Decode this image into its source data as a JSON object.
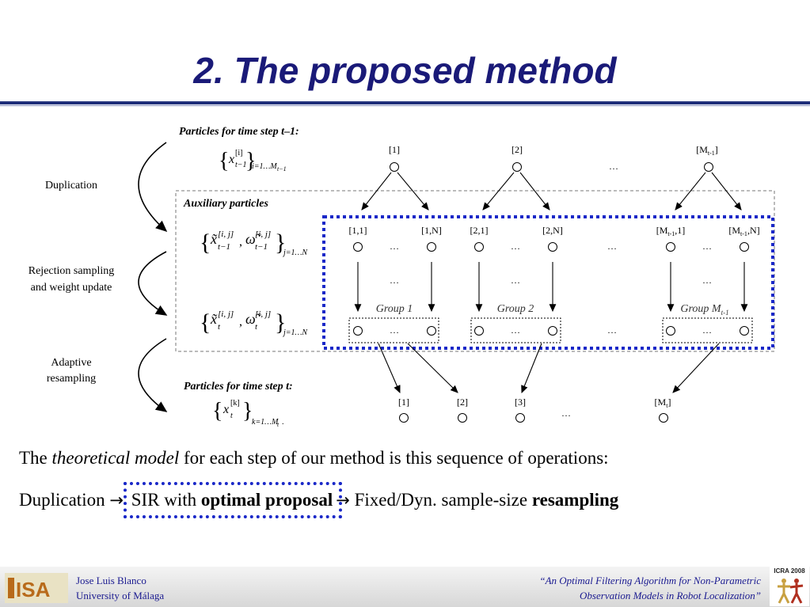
{
  "slide": {
    "title": "2. The proposed method"
  },
  "diagram": {
    "left_labels": {
      "duplication": "Duplication",
      "rejection_line1": "Rejection sampling",
      "rejection_line2": "and weight update",
      "adaptive_line1": "Adaptive",
      "adaptive_line2": "resampling"
    },
    "prev_step_title": "Particles for time step t–1:",
    "aux_title": "Auxiliary particles",
    "curr_step_title": "Particles for time step t:",
    "prev_nodes": [
      "[1]",
      "[2]",
      "[M",
      "t-1",
      "]"
    ],
    "aux_nodes": [
      "[1,1]",
      "[1,N]",
      "[2,1]",
      "[2,N]"
    ],
    "aux_last_nodes": [
      "[M",
      "t-1",
      ",1]",
      "[M",
      "t-1",
      ",N]"
    ],
    "groups": [
      "Group 1",
      "Group 2",
      "Group M",
      "t-1"
    ],
    "curr_nodes": [
      "[1]",
      "[2]",
      "[3]",
      "[M",
      "t",
      "]"
    ],
    "ellipsis": "…",
    "formulas": {
      "f1_var": "x",
      "f1_sup": "[i]",
      "f1_sub": "t−1",
      "f1_index": "i=1…M",
      "f1_index_sub": "t−1",
      "f2_a_var": "x̃",
      "f2_a_sup": "[i, j]",
      "f2_a_sub": "t−1",
      "f2_b_var": "ω̃",
      "f2_b_sup": "[i, j]",
      "f2_b_sub": "t−1",
      "f2_index": "j=1…N",
      "f3_a_var": "x̃",
      "f3_a_sup": "[i, j]",
      "f3_a_sub": "t",
      "f3_b_var": "ω̃",
      "f3_b_sup": "[i, j]",
      "f3_b_sub": "t",
      "f3_index": "j=1…N",
      "f4_var": "x",
      "f4_sup": "[k]",
      "f4_sub": "t",
      "f4_index": "k=1…M",
      "f4_index_sub": "t",
      "f4_end": "."
    }
  },
  "body": {
    "line1_pre": "The ",
    "line1_em": "theoretical model",
    "line1_post": " for each step of our method is this sequence of operations:",
    "step1": "Duplication ",
    "arrow": "→",
    "step2_pre": "SIR with ",
    "step2_bold": "optimal proposal",
    "step3_pre": " Fixed/Dyn. sample-size ",
    "step3_bold": "resampling"
  },
  "footer": {
    "author": "Jose Luis Blanco",
    "affiliation": "University of Málaga",
    "paper_line1": "“An Optimal Filtering Algorithm for Non-Parametric",
    "paper_line2": "Observation Models in Robot Localization”",
    "conference": "ICRA 2008",
    "logo_text": "ISA"
  },
  "colors": {
    "title": "#1a1a78",
    "rule": "#1f2f7a",
    "dotted_box": "#1a28c8",
    "footer_text": "#1a1a90"
  }
}
